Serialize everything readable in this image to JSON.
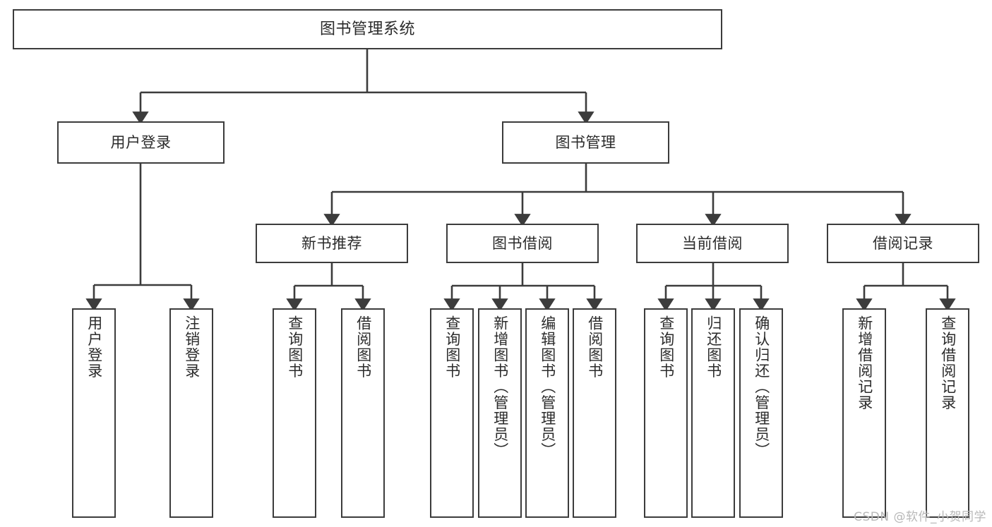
{
  "diagram": {
    "kind": "tree-hierarchy-chart",
    "title": "图书管理系统",
    "stroke_color": "#3c3c3c",
    "text_color": "#2b2b2b",
    "background_color": "#ffffff"
  },
  "nodes": {
    "root": {
      "label": "图书管理系统"
    },
    "level2": [
      {
        "id": "user-login",
        "label": "用户登录"
      },
      {
        "id": "book-manage",
        "label": "图书管理"
      }
    ],
    "level3": [
      {
        "id": "new-book-recommend",
        "label": "新书推荐"
      },
      {
        "id": "book-borrow",
        "label": "图书借阅"
      },
      {
        "id": "current-borrow",
        "label": "当前借阅"
      },
      {
        "id": "borrow-record",
        "label": "借阅记录"
      }
    ],
    "leaves": {
      "user_login": [
        {
          "id": "leaf-user-login",
          "label": "用户登录"
        },
        {
          "id": "leaf-logout-login",
          "label": "注销登录"
        }
      ],
      "new_book_recommend": [
        {
          "id": "leaf-query-book-1",
          "label": "查询图书"
        },
        {
          "id": "leaf-borrow-book-1",
          "label": "借阅图书"
        }
      ],
      "book_borrow": [
        {
          "id": "leaf-query-book-2",
          "label": "查询图书"
        },
        {
          "id": "leaf-add-book",
          "label": "新增图书（管理员）"
        },
        {
          "id": "leaf-edit-book",
          "label": "编辑图书（管理员）"
        },
        {
          "id": "leaf-borrow-book-2",
          "label": "借阅图书"
        }
      ],
      "current_borrow": [
        {
          "id": "leaf-query-book-3",
          "label": "查询图书"
        },
        {
          "id": "leaf-return-book",
          "label": "归还图书"
        },
        {
          "id": "leaf-confirm-return",
          "label": "确认归还（管理员）"
        }
      ],
      "borrow_record": [
        {
          "id": "leaf-add-record",
          "label": "新增借阅记录"
        },
        {
          "id": "leaf-query-record",
          "label": "查询借阅记录"
        }
      ]
    }
  },
  "watermark": {
    "text": "CSDN @软件_小贺同学"
  }
}
